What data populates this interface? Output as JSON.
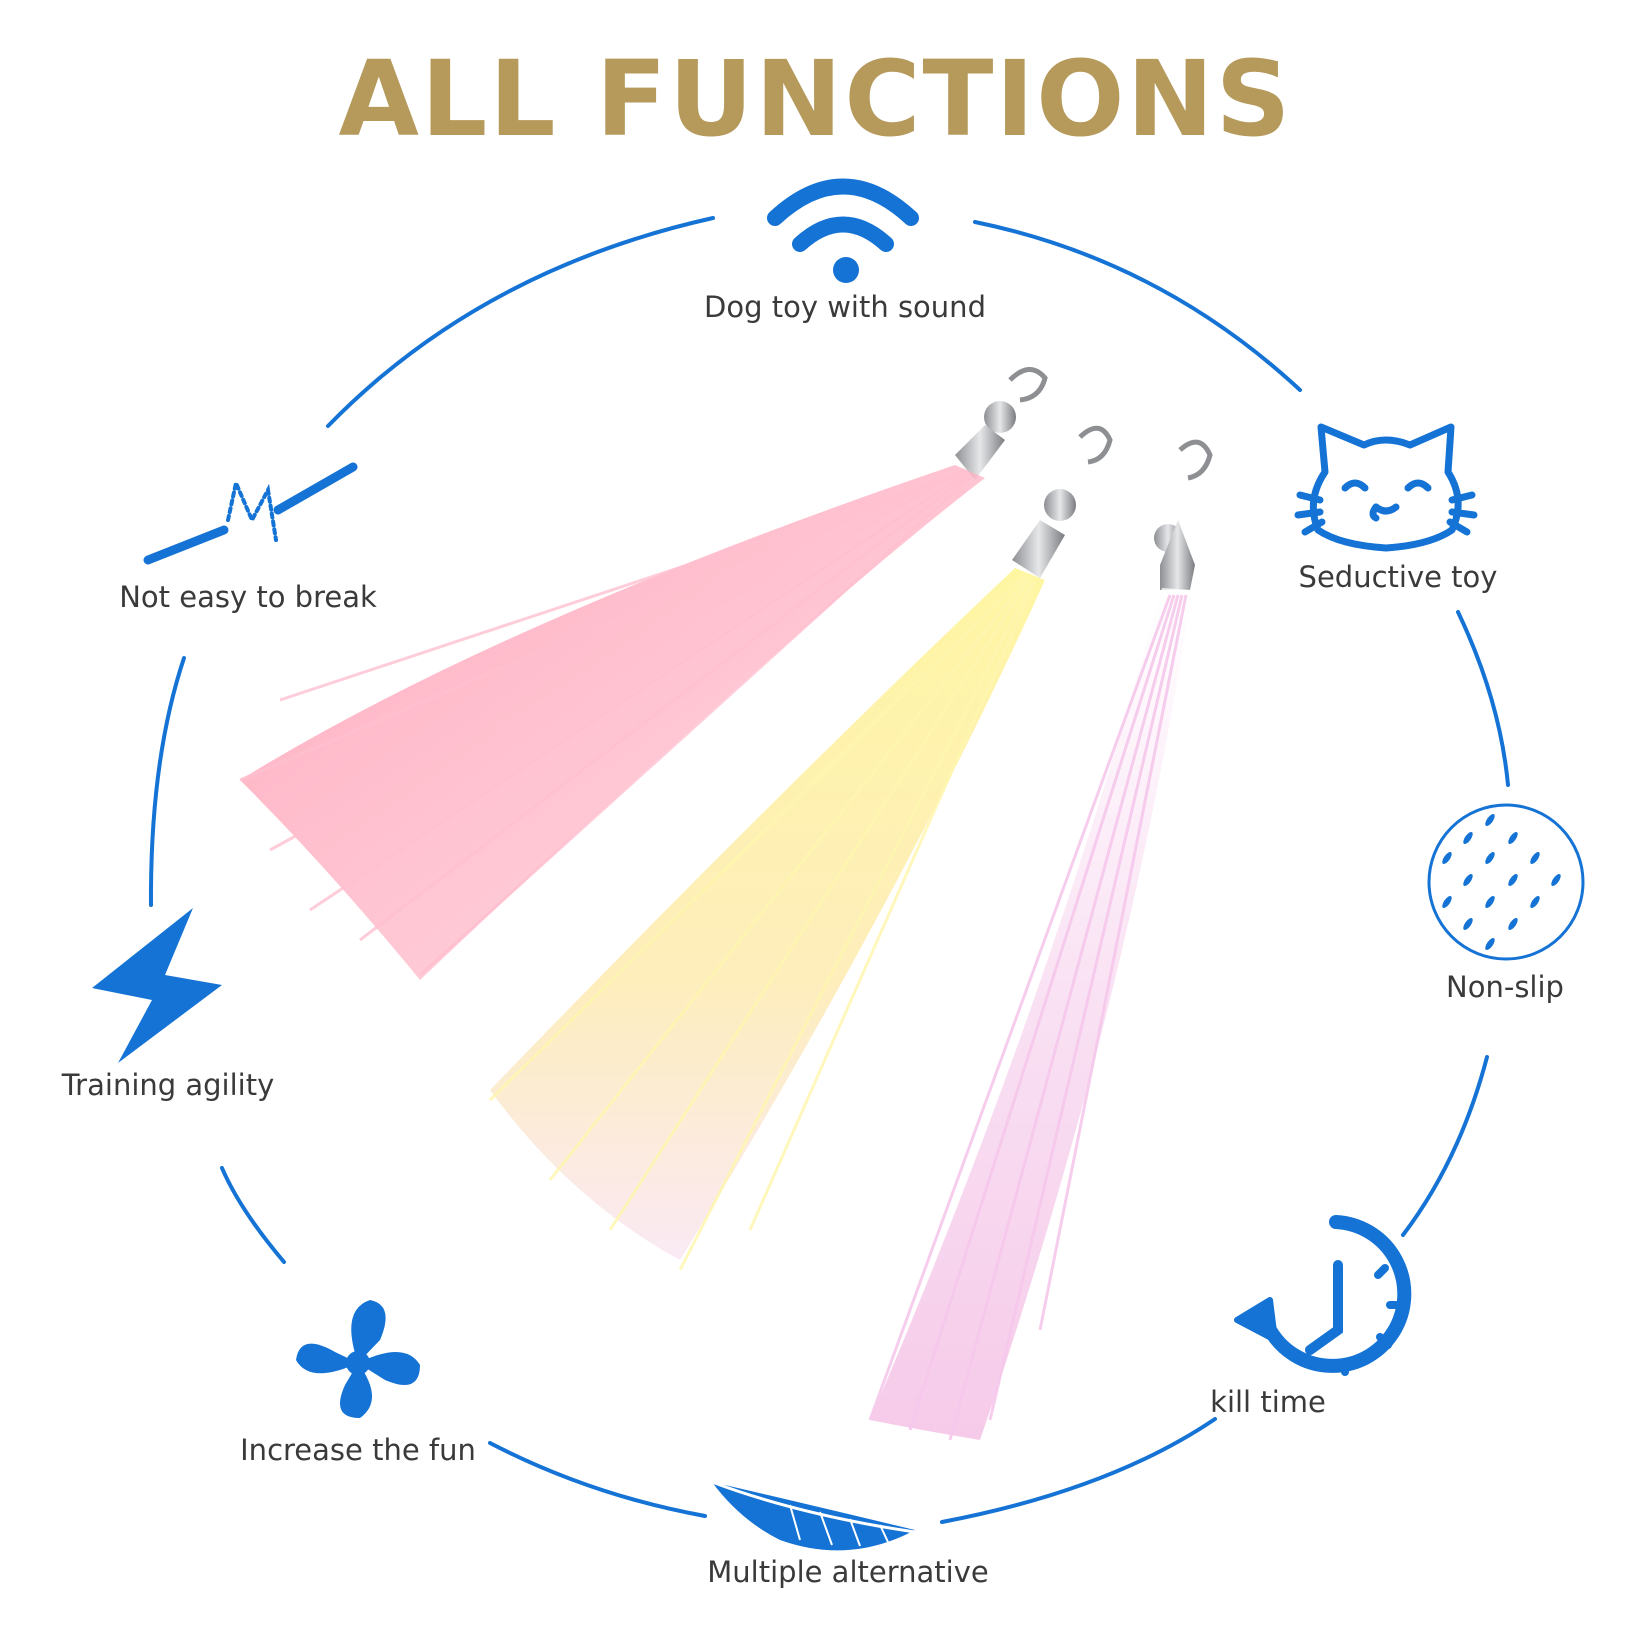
{
  "title": "ALL FUNCTIONS",
  "colors": {
    "title": "#b59a5c",
    "accent_blue": "#1473d4",
    "label_text": "#3a3a3a"
  },
  "features": [
    {
      "icon": "wifi-sound-icon",
      "label": "Dog toy with sound"
    },
    {
      "icon": "cat-face-icon",
      "label": "Seductive toy"
    },
    {
      "icon": "non-slip-texture-icon",
      "label": "Non-slip"
    },
    {
      "icon": "clock-arrow-icon",
      "label": "kill time"
    },
    {
      "icon": "feather-icon",
      "label": "Multiple alternative"
    },
    {
      "icon": "pinwheel-icon",
      "label": "Increase the fun"
    },
    {
      "icon": "lightning-bolt-icon",
      "label": "Training agility"
    },
    {
      "icon": "stretch-line-icon",
      "label": "Not easy to break"
    }
  ],
  "product": {
    "name": "tinsel-tassel-toy",
    "count": 3,
    "colors": [
      "pink",
      "yellow",
      "white-pink iridescent"
    ]
  }
}
